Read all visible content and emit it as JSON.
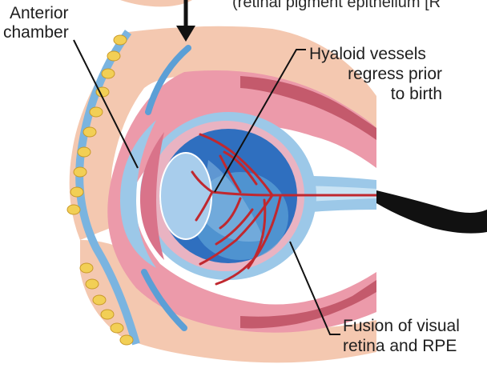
{
  "labels": {
    "top_caption": "(retinal pigment epithelium [R",
    "anterior_line1": "Anterior",
    "anterior_line2": "chamber",
    "hyaloid_line1": "Hyaloid vessels",
    "hyaloid_line2": "regress prior",
    "hyaloid_line3": "to birth",
    "fusion_line1": "Fusion of visual",
    "fusion_line2": "retina and RPE"
  },
  "colors": {
    "skin": "#f4c8b0",
    "pink": "#ec9aaa",
    "rose": "#d9738a",
    "blue_light": "#9cc8e8",
    "blue_mid": "#5b9fd6",
    "blue_deep": "#2f6fbf",
    "vessel": "#c0282f",
    "cartilage": "#f2cf55",
    "ink": "#111111"
  }
}
